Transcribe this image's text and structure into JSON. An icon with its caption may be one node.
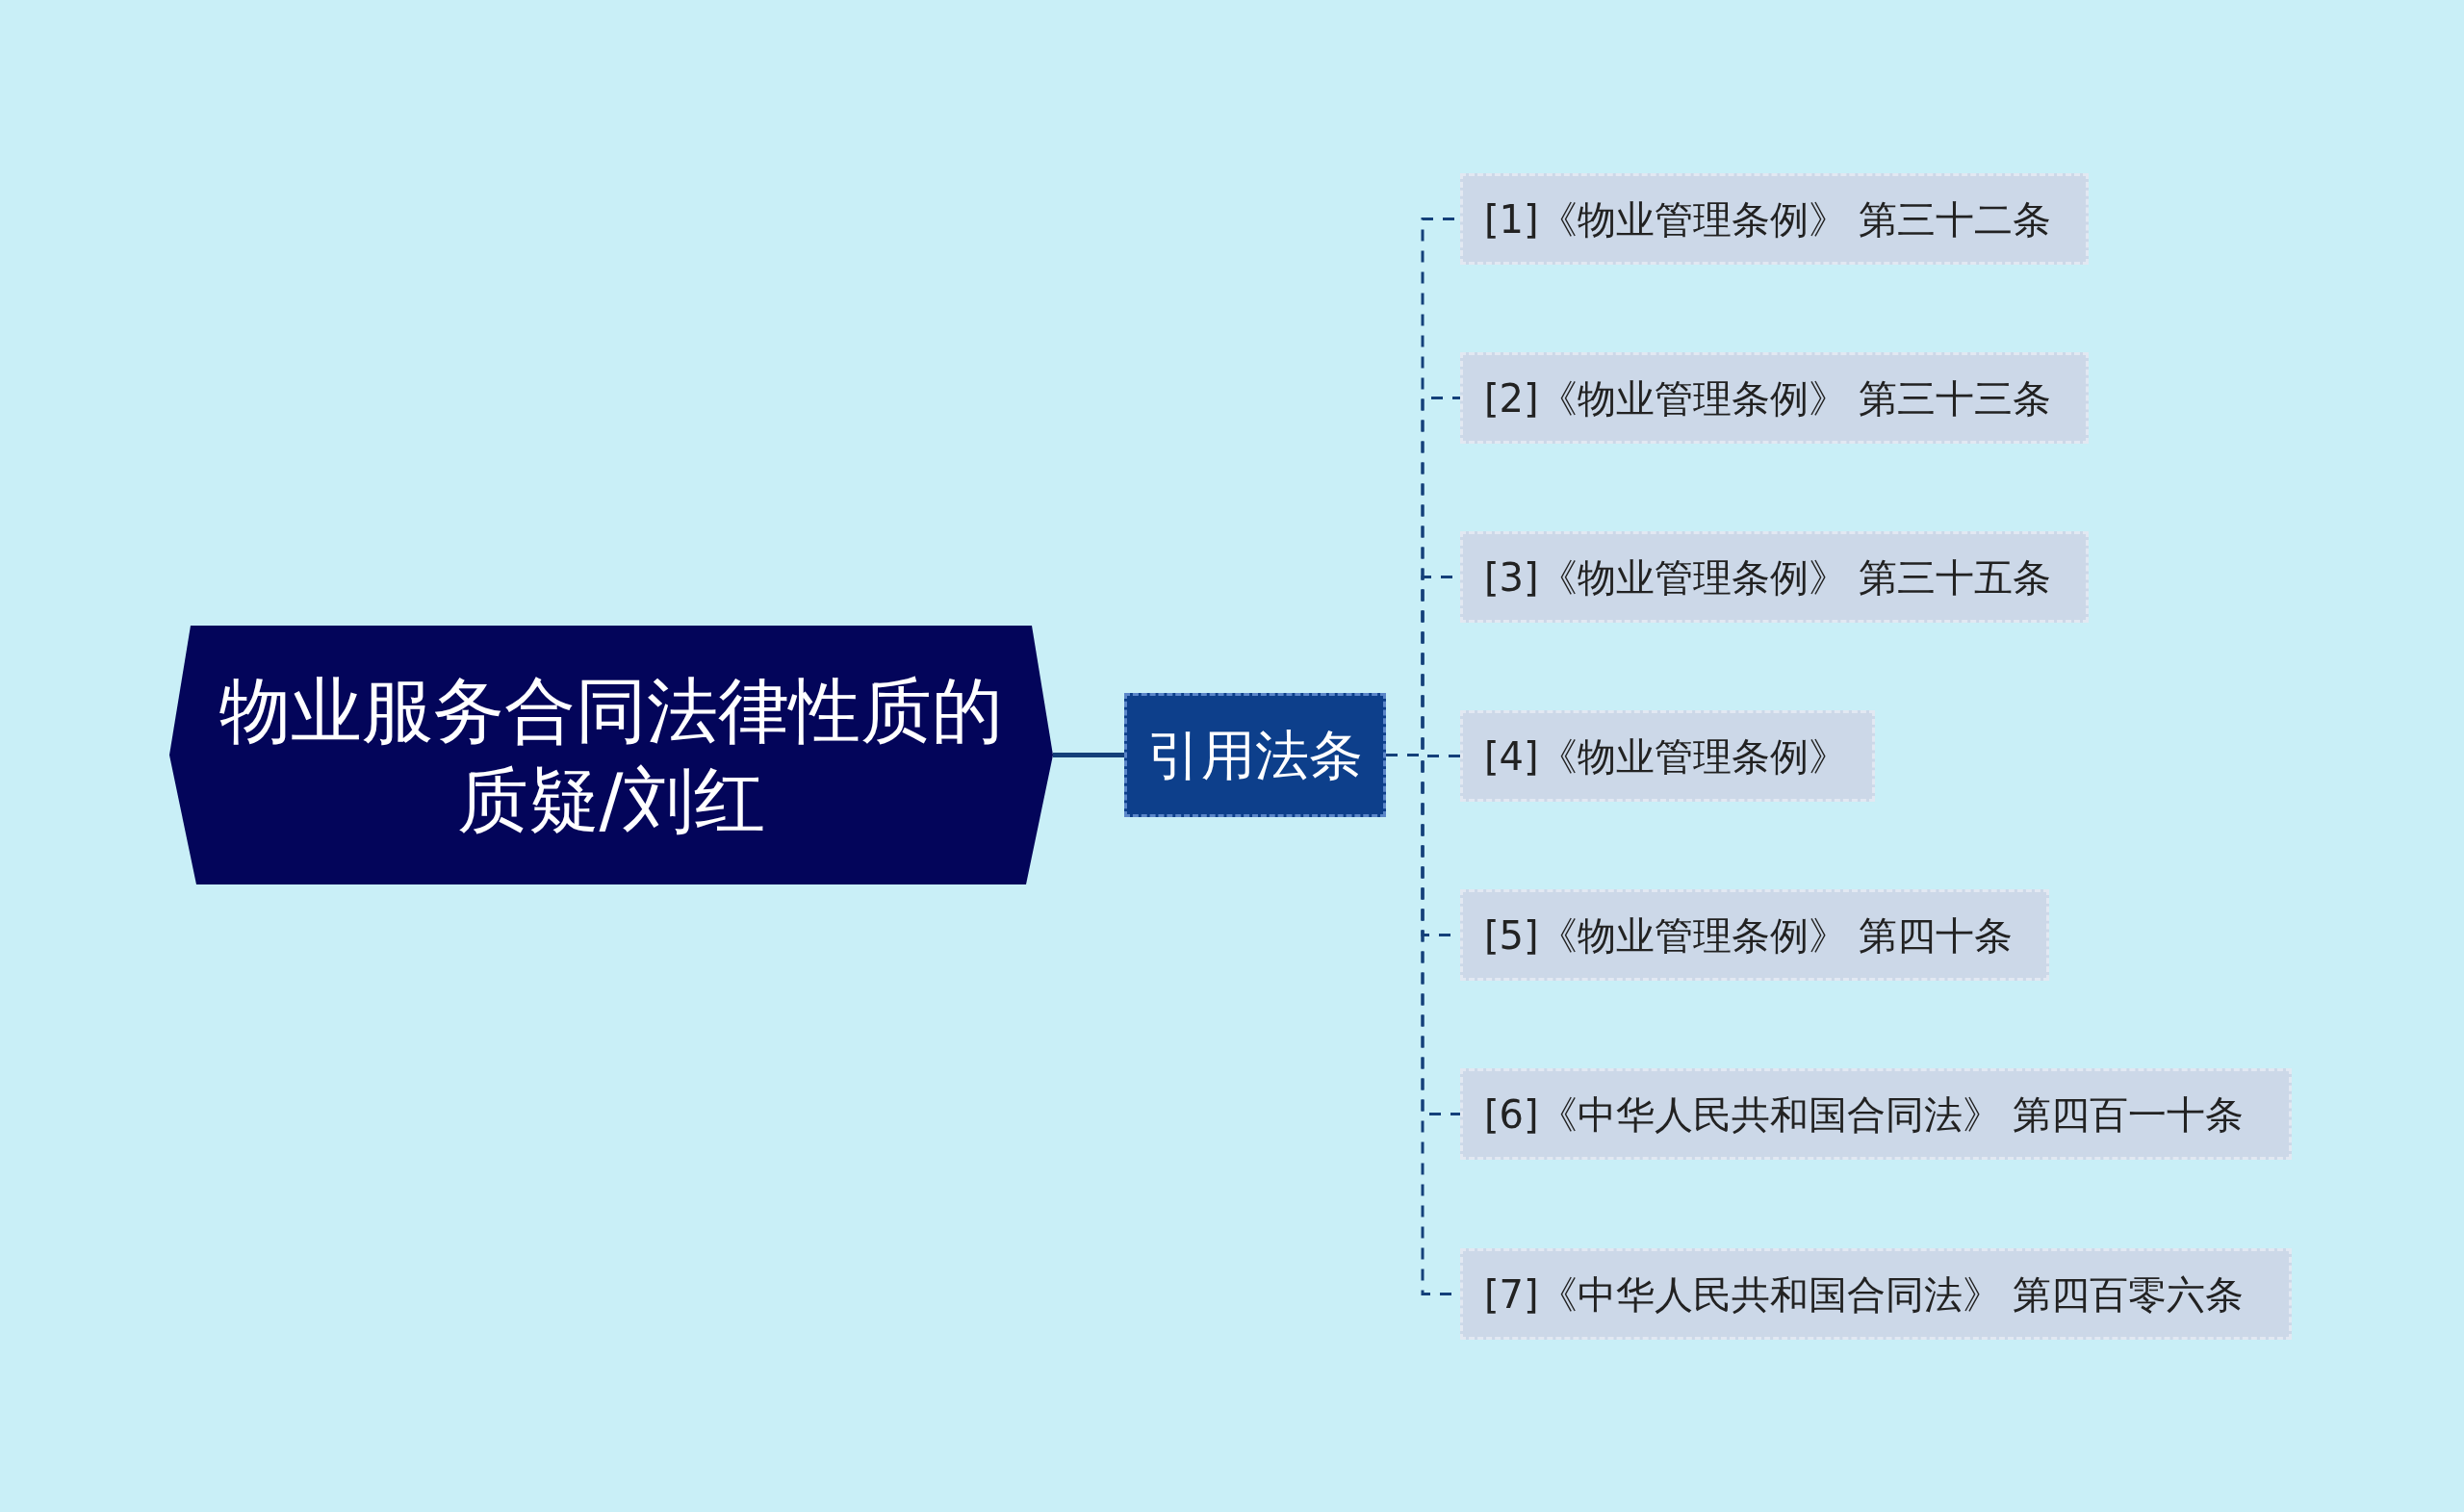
{
  "diagram": {
    "nodes": [
      {
        "text": [
          "物业服务合同法律性质的质疑/刘红"
        ]
      },
      {
        "text": [
          "引用法条"
        ]
      },
      {
        "text": [
          "[1]《物业管理条例》 第三十二条"
        ]
      },
      {
        "text": [
          "[2]《物业管理条例》 第三十三条"
        ]
      },
      {
        "text": [
          "[3]《物业管理条例》 第三十五条"
        ]
      },
      {
        "text": [
          "[4]《物业管理条例》"
        ]
      },
      {
        "text": [
          "[5]《物业管理条例》 第四十条"
        ]
      },
      {
        "text": [
          "[6]《中华人民共和国合同法》 第四百一十条"
        ]
      },
      {
        "text": [
          "[7]《中华人民共和国合同法》 第四百零六条"
        ]
      }
    ],
    "edges": [
      {
        "from": 0,
        "to": 1,
        "arrow": "none"
      },
      {
        "from": 1,
        "to": 2,
        "arrow": "none",
        "style": "dashed"
      },
      {
        "from": 1,
        "to": 3,
        "arrow": "none",
        "style": "dashed"
      },
      {
        "from": 1,
        "to": 4,
        "arrow": "none",
        "style": "dashed"
      },
      {
        "from": 1,
        "to": 5,
        "arrow": "none",
        "style": "dashed"
      },
      {
        "from": 1,
        "to": 6,
        "arrow": "none",
        "style": "dashed"
      },
      {
        "from": 1,
        "to": 7,
        "arrow": "none",
        "style": "dashed"
      },
      {
        "from": 1,
        "to": 8,
        "arrow": "none",
        "style": "dashed"
      }
    ]
  }
}
